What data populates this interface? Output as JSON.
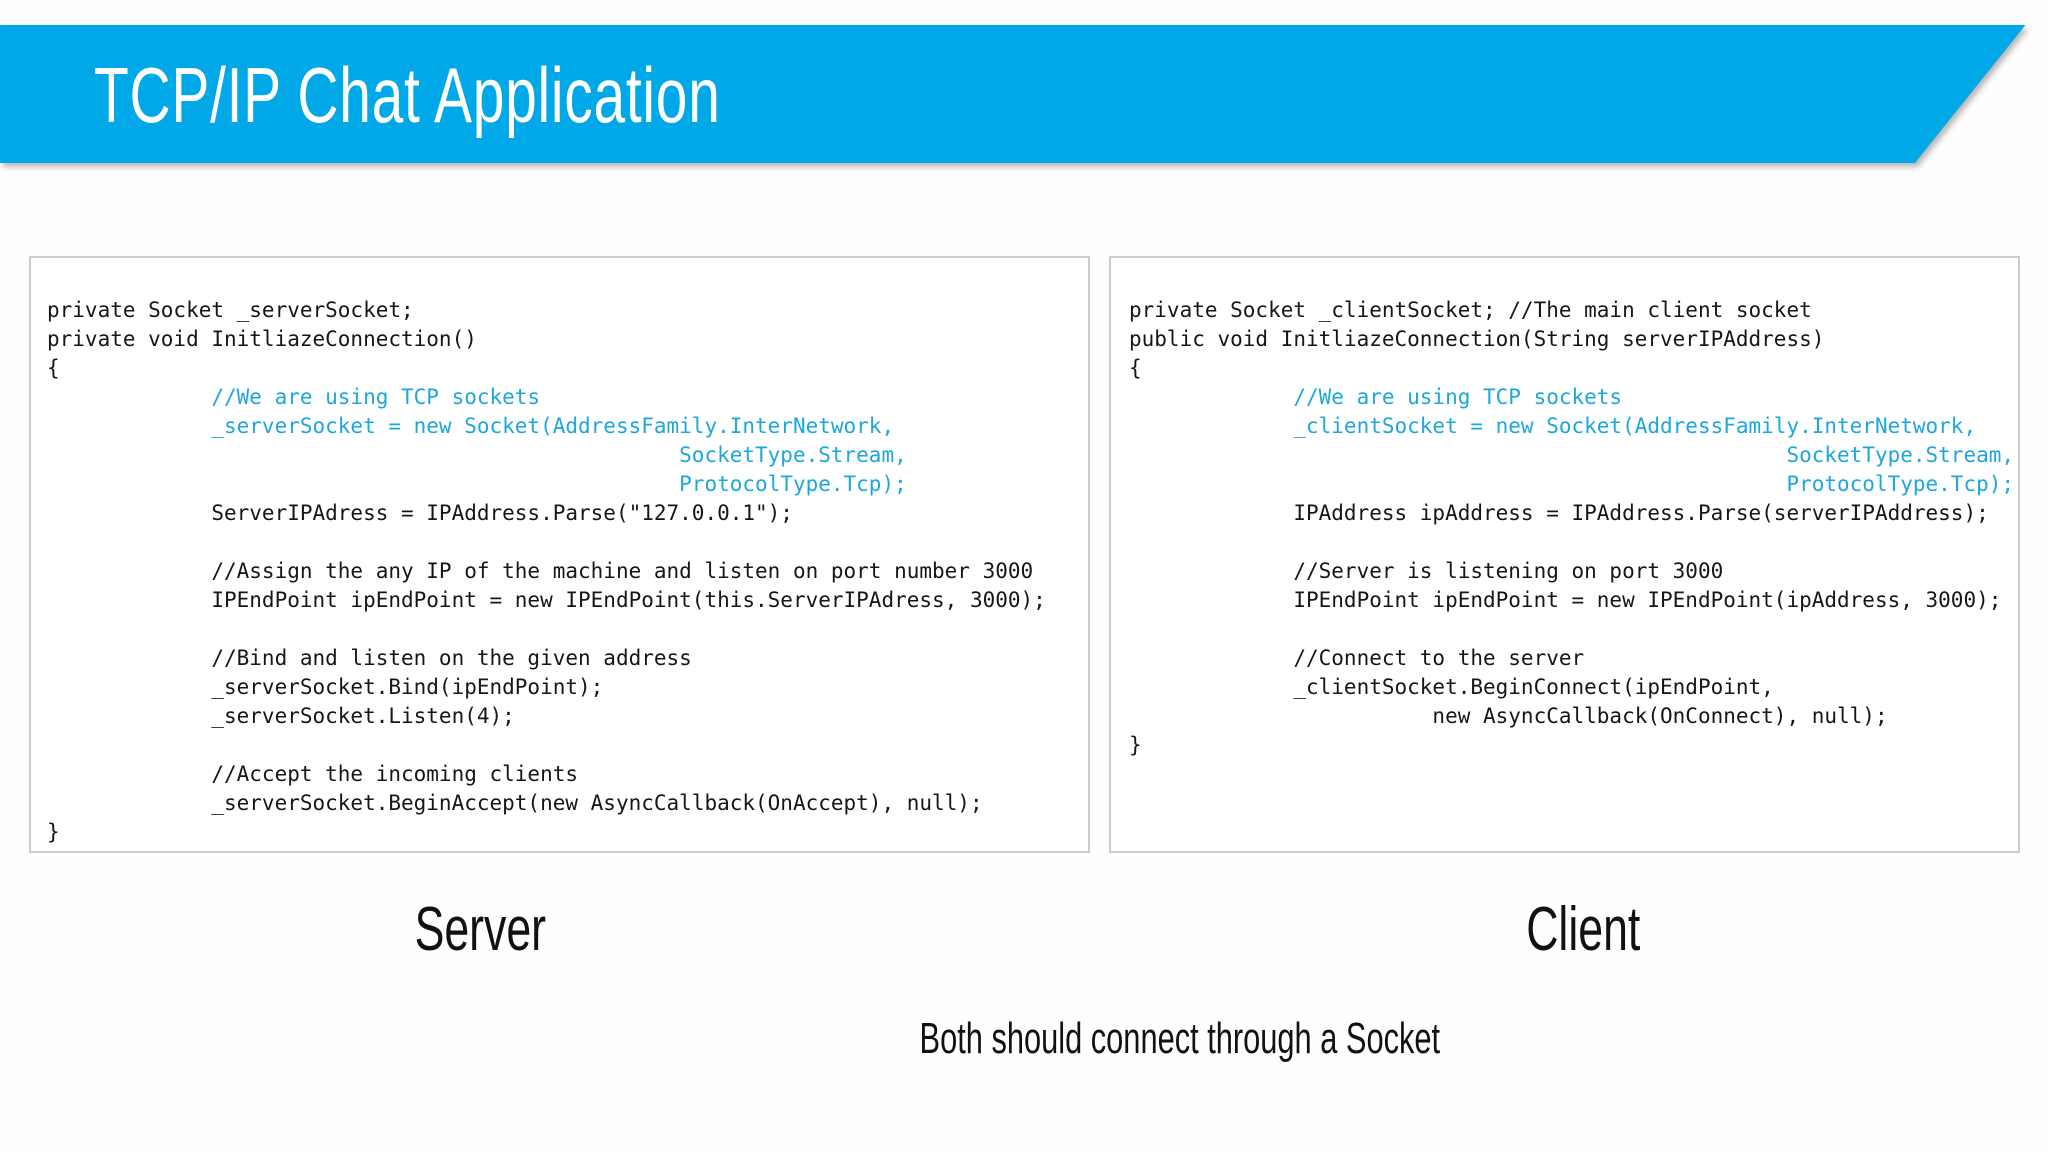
{
  "slide": {
    "title": "TCP/IP Chat Application",
    "caption": "Both should connect through a Socket"
  },
  "colors": {
    "banner": "#00a8e8",
    "code_accent": "#1ea7dc",
    "text": "#161616",
    "box_border": "#cccccc"
  },
  "panels": [
    {
      "label": "Server",
      "lines": [
        {
          "t": "private Socket _serverSocket;",
          "c": "black"
        },
        {
          "t": "private void InitliazeConnection()",
          "c": "black"
        },
        {
          "t": "{",
          "c": "black"
        },
        {
          "t": "             //We are using TCP sockets",
          "c": "cyan"
        },
        {
          "t": "             _serverSocket = new Socket(AddressFamily.InterNetwork,",
          "c": "cyan"
        },
        {
          "t": "                                                  SocketType.Stream,",
          "c": "cyan"
        },
        {
          "t": "                                                  ProtocolType.Tcp);",
          "c": "cyan"
        },
        {
          "t": "             ServerIPAdress = IPAddress.Parse(\"127.0.0.1\");",
          "c": "black"
        },
        {
          "t": "",
          "c": "black"
        },
        {
          "t": "             //Assign the any IP of the machine and listen on port number 3000",
          "c": "black"
        },
        {
          "t": "             IPEndPoint ipEndPoint = new IPEndPoint(this.ServerIPAdress, 3000);",
          "c": "black"
        },
        {
          "t": "",
          "c": "black"
        },
        {
          "t": "             //Bind and listen on the given address",
          "c": "black"
        },
        {
          "t": "             _serverSocket.Bind(ipEndPoint);",
          "c": "black"
        },
        {
          "t": "             _serverSocket.Listen(4);",
          "c": "black"
        },
        {
          "t": "",
          "c": "black"
        },
        {
          "t": "             //Accept the incoming clients",
          "c": "black"
        },
        {
          "t": "             _serverSocket.BeginAccept(new AsyncCallback(OnAccept), null);",
          "c": "black"
        },
        {
          "t": "}",
          "c": "black"
        }
      ]
    },
    {
      "label": "Client",
      "lines": [
        {
          "t": "private Socket _clientSocket; //The main client socket",
          "c": "black"
        },
        {
          "t": "public void InitliazeConnection(String serverIPAddress)",
          "c": "black"
        },
        {
          "t": "{",
          "c": "black"
        },
        {
          "t": "             //We are using TCP sockets",
          "c": "cyan"
        },
        {
          "t": "             _clientSocket = new Socket(AddressFamily.InterNetwork,",
          "c": "cyan"
        },
        {
          "t": "                                                    SocketType.Stream,",
          "c": "cyan"
        },
        {
          "t": "                                                    ProtocolType.Tcp);",
          "c": "cyan"
        },
        {
          "t": "             IPAddress ipAddress = IPAddress.Parse(serverIPAddress);",
          "c": "black"
        },
        {
          "t": "",
          "c": "black"
        },
        {
          "t": "             //Server is listening on port 3000",
          "c": "black"
        },
        {
          "t": "             IPEndPoint ipEndPoint = new IPEndPoint(ipAddress, 3000);",
          "c": "black"
        },
        {
          "t": "",
          "c": "black"
        },
        {
          "t": "             //Connect to the server",
          "c": "black"
        },
        {
          "t": "             _clientSocket.BeginConnect(ipEndPoint,",
          "c": "black"
        },
        {
          "t": "                        new AsyncCallback(OnConnect), null);",
          "c": "black"
        },
        {
          "t": "}",
          "c": "black"
        }
      ]
    }
  ]
}
